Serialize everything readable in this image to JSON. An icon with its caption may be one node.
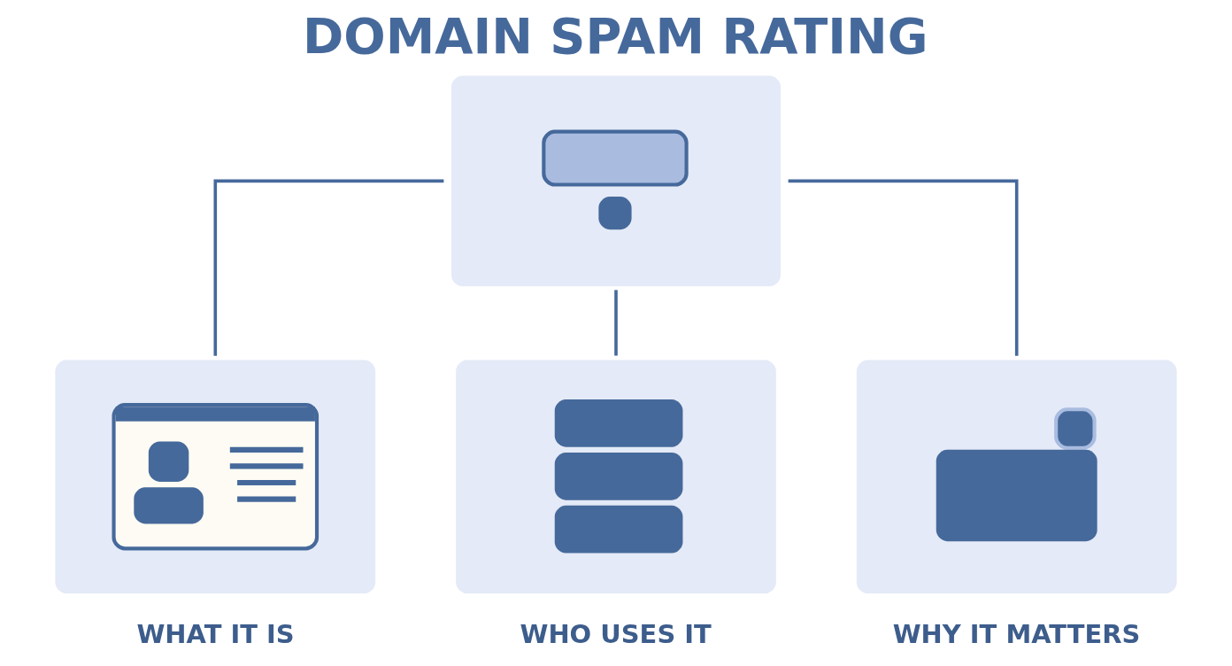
{
  "diagram": {
    "title": "DOMAIN SPAM RATING",
    "nodes": [
      {
        "text": [],
        "shape": "picture"
      },
      {
        "text": [
          "WHAT IT IS"
        ]
      },
      {
        "text": [
          "WHO USES IT"
        ]
      },
      {
        "text": [
          "WHY IT MATTERS"
        ]
      }
    ],
    "edges": [
      {
        "from": 0,
        "to": 1,
        "arrow": "none"
      },
      {
        "from": 0,
        "to": 2,
        "arrow": "none"
      },
      {
        "from": 0,
        "to": 3,
        "arrow": "none"
      }
    ]
  }
}
